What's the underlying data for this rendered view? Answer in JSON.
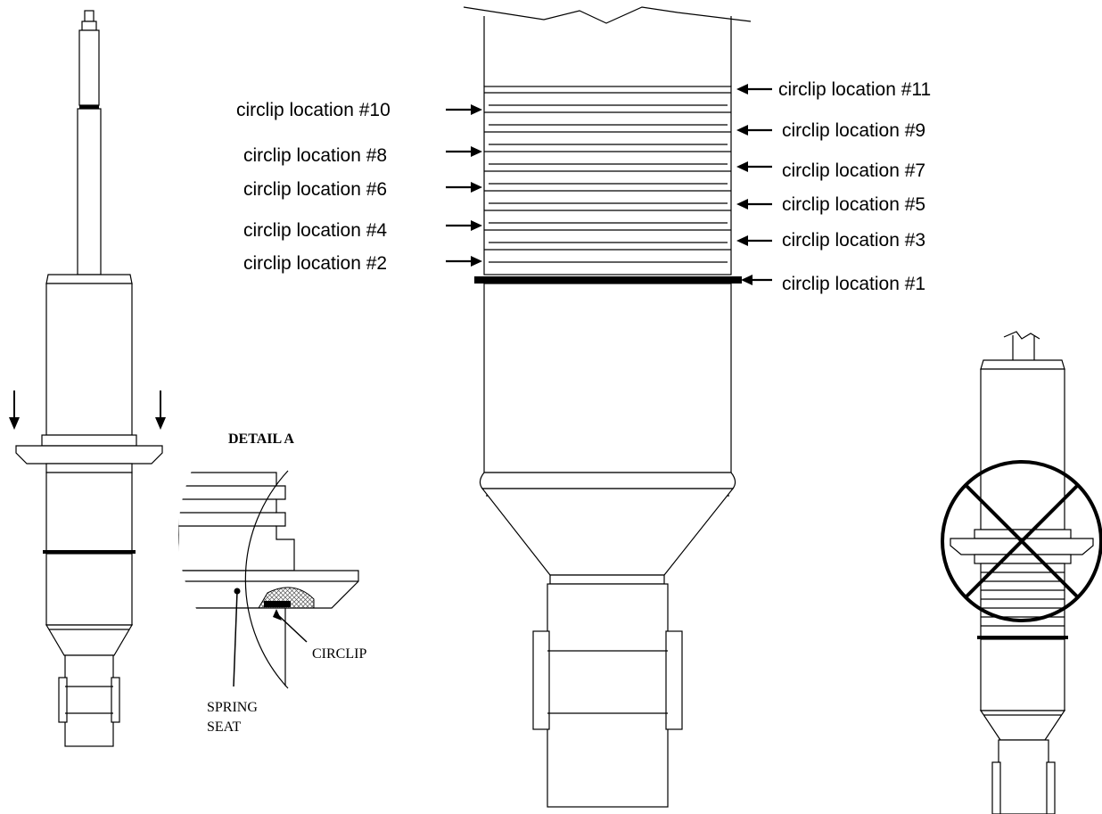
{
  "labels": {
    "loc10": "circlip location #10",
    "loc8": "circlip location #8",
    "loc6": "circlip location #6",
    "loc4": "circlip location #4",
    "loc2": "circlip location #2",
    "loc11": "circlip location #11",
    "loc9": "circlip location #9",
    "loc7": "circlip location #7",
    "loc5": "circlip location #5",
    "loc3": "circlip location #3",
    "loc1": "circlip location #1"
  },
  "detail": {
    "title": "DETAIL A",
    "circlip": "CIRCLIP",
    "spring_seat_line1": "SPRING",
    "spring_seat_line2": "SEAT"
  }
}
